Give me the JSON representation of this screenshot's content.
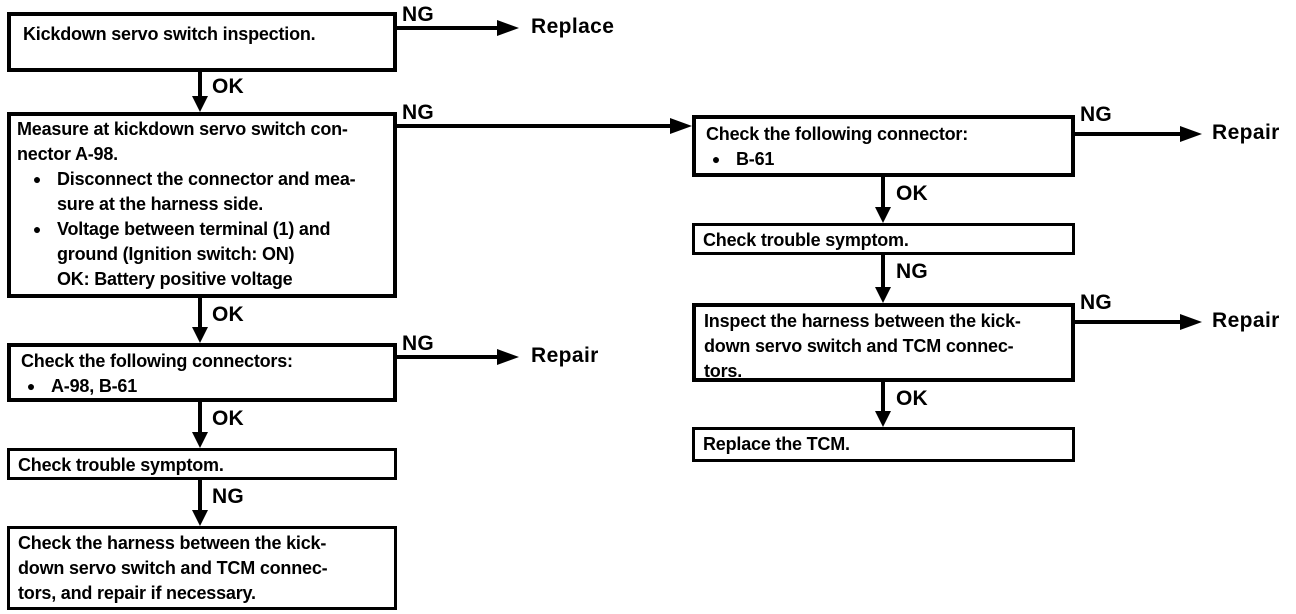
{
  "labels": {
    "ok": "OK",
    "ng": "NG"
  },
  "terminals": {
    "replace": "Replace",
    "repair": "Repair"
  },
  "bullet": "●",
  "left": {
    "box1": {
      "text": "Kickdown servo switch inspection."
    },
    "box2": {
      "intro": "Measure at kickdown servo switch con-\nnector A-98.",
      "bullet1": "Disconnect the connector and mea-\nsure at the harness side.",
      "bullet2": "Voltage between terminal (1) and\nground (Ignition switch: ON)",
      "bullet2_result": "OK: Battery positive voltage"
    },
    "box3": {
      "heading": "Check the following connectors:",
      "bullet1": "A-98, B-61"
    },
    "box4": {
      "text": "Check trouble symptom."
    },
    "box5": {
      "text": "Check the harness between the kick-\ndown servo switch and TCM connec-\ntors, and repair if necessary."
    }
  },
  "right": {
    "box1": {
      "heading": "Check the following connector:",
      "bullet1": "B-61"
    },
    "box2": {
      "text": "Check trouble symptom."
    },
    "box3": {
      "text": "Inspect the harness between the kick-\ndown servo switch and TCM connec-\ntors."
    },
    "box4": {
      "text": "Replace the TCM."
    }
  }
}
